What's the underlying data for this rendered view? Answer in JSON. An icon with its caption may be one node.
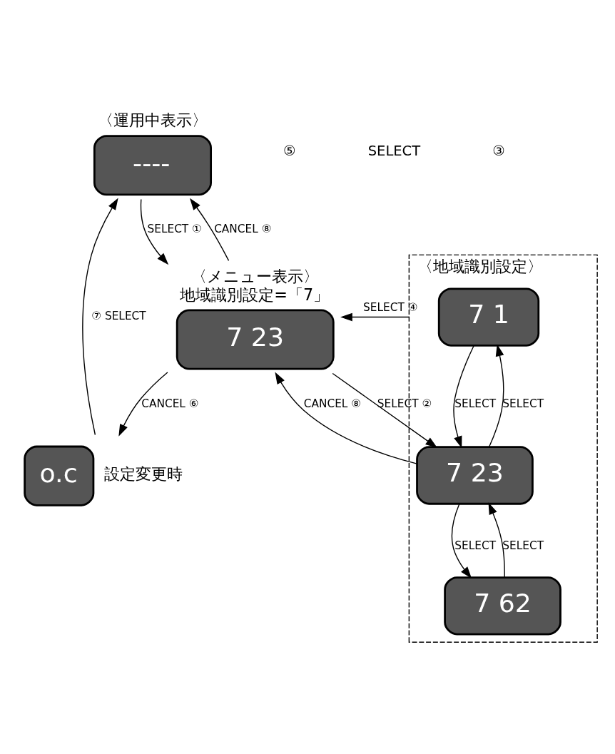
{
  "diagram": {
    "nodes": [
      {
        "text": [
          "〈運用中表示〉",
          "----"
        ]
      },
      {
        "text": [
          "〈メニュー表示〉",
          "地域識別設定=「7」",
          "7 23"
        ]
      },
      {
        "text": [
          "o.c"
        ],
        "beside": [
          "設定変更時"
        ]
      },
      {
        "text": [
          "〈地域識別設定〉"
        ]
      },
      {
        "text": [
          "7 1"
        ],
        "in": 3
      },
      {
        "text": [
          "7 23"
        ],
        "in": 3
      },
      {
        "text": [
          "7 62"
        ],
        "in": 3
      }
    ],
    "edges": [
      {
        "from": 0,
        "to": 1,
        "arrow": "to",
        "label": "SELECT ①"
      },
      {
        "from": 1,
        "to": 0,
        "arrow": "to",
        "label": "CANCEL ⑧"
      },
      {
        "from": 1,
        "to": 2,
        "arrow": "to",
        "label": "CANCEL ⑥"
      },
      {
        "from": 2,
        "to": 0,
        "arrow": "to",
        "label": "⑦ SELECT"
      },
      {
        "from": 1,
        "to": 5,
        "arrow": "to",
        "label": "SELECT ②"
      },
      {
        "from": 5,
        "to": 1,
        "arrow": "to",
        "label": "CANCEL ⑧"
      },
      {
        "from": 3,
        "to": 1,
        "arrow": "to",
        "label": "SELECT ④"
      },
      {
        "from": 4,
        "to": 5,
        "arrow": "to",
        "label": "SELECT"
      },
      {
        "from": 5,
        "to": 4,
        "arrow": "to",
        "label": "SELECT"
      },
      {
        "from": 5,
        "to": 6,
        "arrow": "to",
        "label": "SELECT"
      },
      {
        "from": 6,
        "to": 5,
        "arrow": "to",
        "label": "SELECT"
      }
    ],
    "labels": [
      "⑤",
      "SELECT",
      "③"
    ]
  }
}
